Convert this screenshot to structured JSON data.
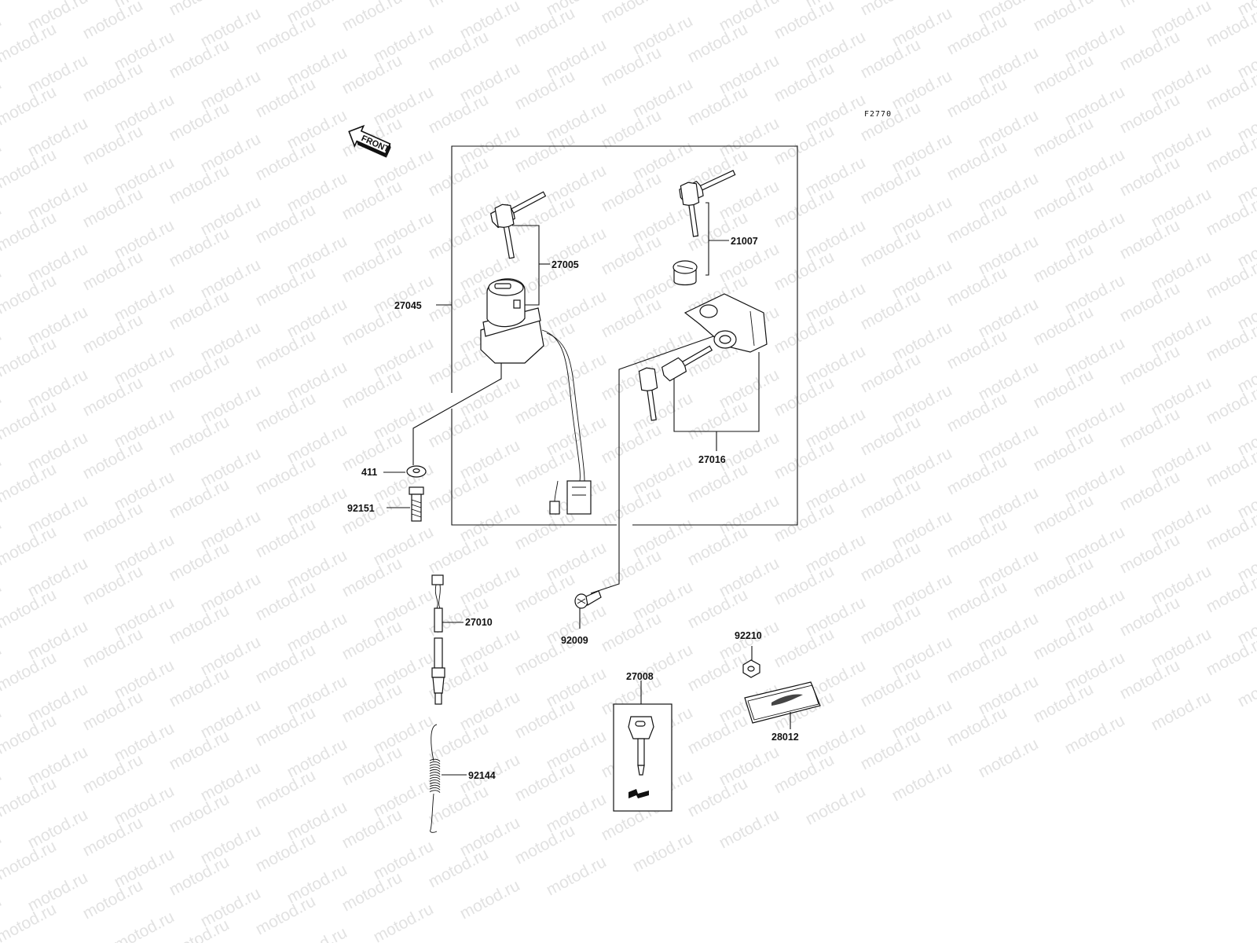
{
  "diagram": {
    "code": "F2770",
    "watermark": "motod.ru",
    "front_arrow_text": "FRONT",
    "labels": {
      "p27045": "27045",
      "p27005": "27005",
      "p21007": "21007",
      "p27016": "27016",
      "p411": "411",
      "p92151": "92151",
      "p27010": "27010",
      "p92009": "92009",
      "p92210": "92210",
      "p27008": "27008",
      "p28012": "28012",
      "p92144": "92144"
    }
  }
}
